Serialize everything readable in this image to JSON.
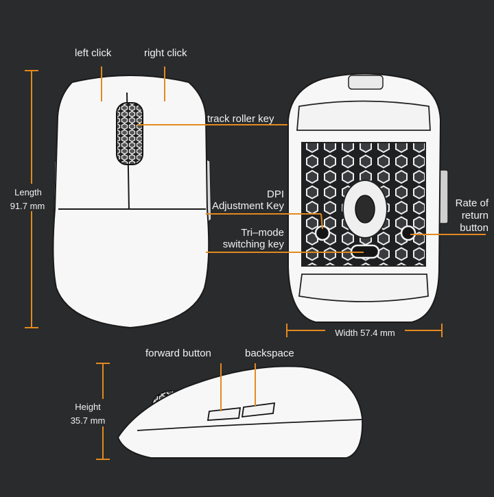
{
  "accent_color": "#e38a1f",
  "background_color": "#2a2b2d",
  "top_view": {
    "left_click": "left click",
    "right_click": "right click",
    "track_roller_key": "track roller key",
    "length_label": "Length",
    "length_value": "91.7 mm"
  },
  "bottom_view": {
    "dpi_line1": "DPI",
    "dpi_line2": "Adjustment Key",
    "trimode_line1": "Tri–mode",
    "trimode_line2": "switching key",
    "rate_line1": "Rate of",
    "rate_line2": "return",
    "rate_line3": "button",
    "width_label": "Width 57.4 mm"
  },
  "side_view": {
    "forward_button": "forward button",
    "backspace": "backspace",
    "height_label": "Height",
    "height_value": "35.7 mm"
  }
}
